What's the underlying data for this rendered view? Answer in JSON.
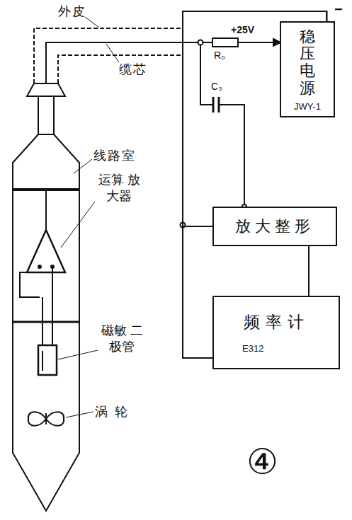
{
  "diagram": {
    "nodes": [
      {
        "text": [
          "稳压电源",
          "JWY-1"
        ]
      },
      {
        "text": [
          "放大整形"
        ]
      },
      {
        "text": [
          "频率计",
          "E312"
        ]
      }
    ],
    "edges": [
      {
        "from": 0,
        "to": 1,
        "arrow": "none"
      },
      {
        "from": 0,
        "to": 2,
        "arrow": "none"
      },
      {
        "from": 1,
        "to": 2,
        "arrow": "none"
      }
    ],
    "labels": [
      "外皮",
      "缆芯",
      "线路室",
      "运算 放大器",
      "磁敏 二极管",
      "涡轮",
      "+25V",
      "R₀",
      "C₃",
      "−",
      "④"
    ]
  }
}
